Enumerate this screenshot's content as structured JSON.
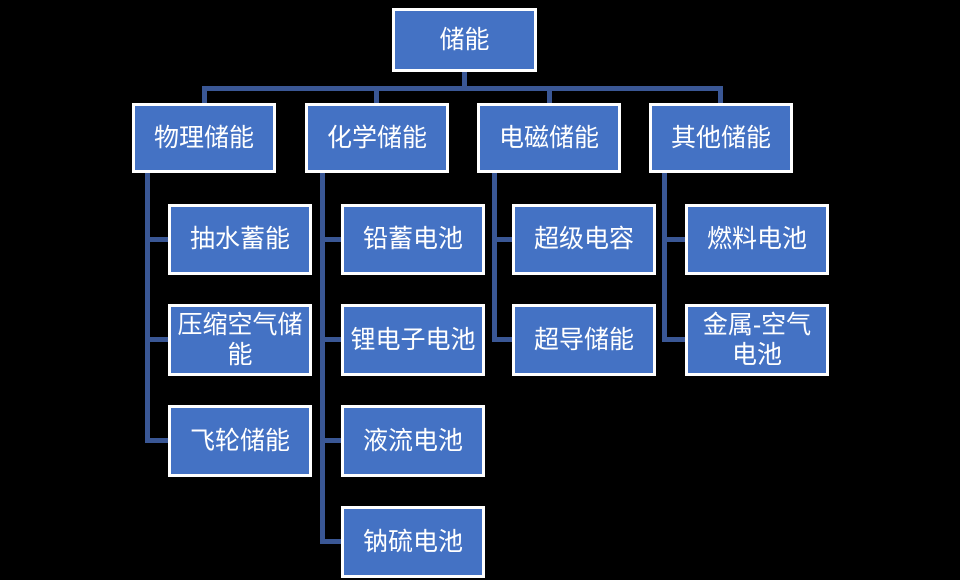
{
  "diagram": {
    "root": {
      "label": "储能"
    },
    "branches": [
      {
        "label": "物理储能",
        "children": [
          "抽水蓄能",
          "压缩空气储能",
          "飞轮储能"
        ]
      },
      {
        "label": "化学储能",
        "children": [
          "铅蓄电池",
          "锂电子电池",
          "液流电池",
          "钠硫电池"
        ]
      },
      {
        "label": "电磁储能",
        "children": [
          "超级电容",
          "超导储能"
        ]
      },
      {
        "label": "其他储能",
        "children": [
          "燃料电池",
          "金属-空气电池"
        ]
      }
    ],
    "colors": {
      "background": "#000000",
      "node_fill": "#4472C4",
      "node_border": "#FFFFFF",
      "node_text": "#FFFFFF",
      "connector": "#3A5795"
    }
  }
}
